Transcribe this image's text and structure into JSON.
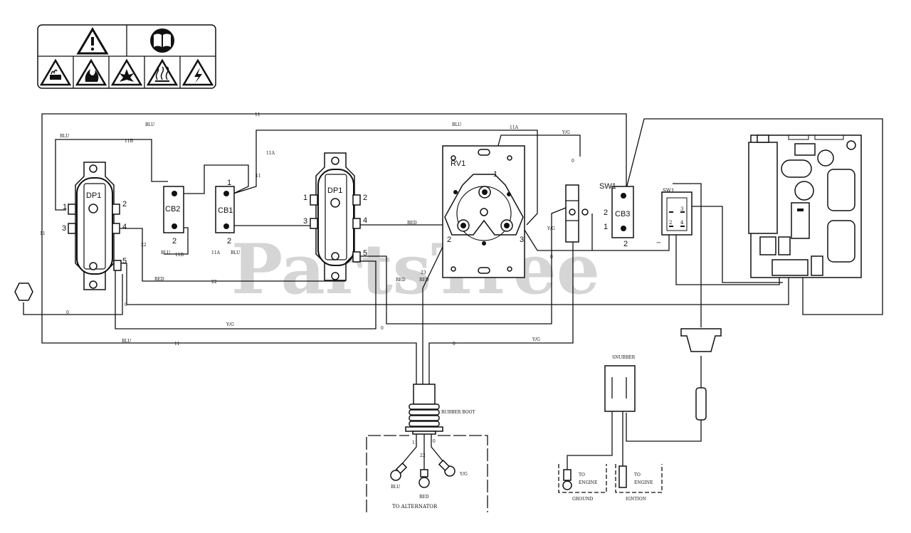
{
  "watermark": {
    "text": "PartsTree",
    "mark": "™"
  },
  "safety_label": {
    "icons": [
      "warning-triangle-icon",
      "manual-book-icon",
      "toxic-fumes-icon",
      "fire-hazard-icon",
      "explosion-hazard-icon",
      "hot-surface-icon",
      "electric-shock-icon"
    ]
  },
  "components": {
    "dp1_left": {
      "name": "DP1",
      "pins": [
        "1",
        "2",
        "3",
        "4",
        "5"
      ]
    },
    "cb2": {
      "name": "CB2",
      "pin": "2"
    },
    "cb1": {
      "name": "CB1",
      "pin_top": "1",
      "pin_bottom": "2"
    },
    "dp1_right": {
      "name": "DP1",
      "pins": [
        "1",
        "2",
        "3",
        "4",
        "5"
      ]
    },
    "rv1": {
      "name": "RV1",
      "pins": [
        "1",
        "2",
        "3"
      ]
    },
    "cb3": {
      "name": "CB3",
      "sw_label": "SW1",
      "pins": [
        "1",
        "2",
        "2"
      ]
    },
    "sw1": {
      "name": "SW1",
      "pins": [
        "3",
        "2",
        "4"
      ]
    },
    "snubber": {
      "name": "SNUBBER"
    },
    "rubber_boot": {
      "name": "RUBBER BOOT"
    }
  },
  "wire_labels": {
    "w11_top": "11",
    "blu_top_left": "BLU",
    "blu_top_mid": "BLU",
    "blu_left": "BLU",
    "w11b_left": "11B",
    "w11a_1": "11A",
    "w11_cb1": "11",
    "w11a_rv1": "11A",
    "yg_top": "Y/G",
    "w0_top": "0",
    "w11_left_side": "11",
    "w22_dp1": "22",
    "blu_cb2_bottom": "BLU",
    "w11b_cb2_bottom": "11B",
    "w11a_bottom": "11A",
    "blu_cb1_bottom": "BLU",
    "red_dp1r": "RED",
    "yg_rv1": "Y/G",
    "w0_rv1": "0",
    "red_22_a": "RED",
    "w22_mid": "22",
    "red_mid": "RED",
    "w23": "23",
    "red_23": "RED",
    "w0_left_1": "0",
    "w0_left_2": "0",
    "yg_lower": "Y/G",
    "w0_lower": "0",
    "blu_bottom": "BLU",
    "w11_bottom": "11",
    "w0_bottom": "0",
    "yg_bottom": "Y/G"
  },
  "boot": {
    "wires": [
      "11",
      "22",
      "0"
    ],
    "terminals": [
      "BLU",
      "RED",
      "Y/G"
    ],
    "caption": "TO ALTERNATOR"
  },
  "engine": {
    "ground_to": "TO",
    "ground_engine": "ENGINE",
    "ground_caption": "GROUND",
    "ign_to": "TO",
    "ign_engine": "ENGINE",
    "ign_caption": "IGNTION"
  }
}
